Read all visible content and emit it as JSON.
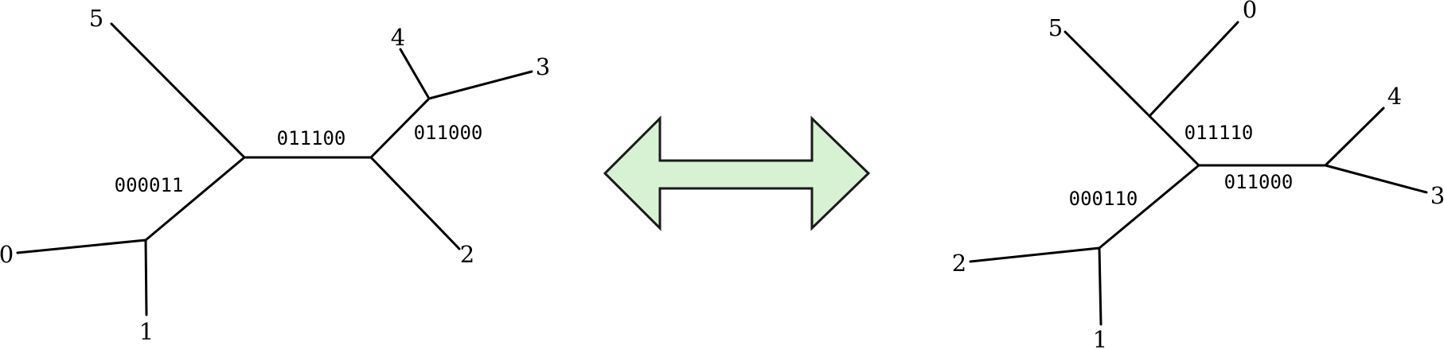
{
  "left_tree": {
    "leaves": [
      "5",
      "4",
      "3",
      "2",
      "1",
      "0"
    ],
    "splits": [
      "011100",
      "011000",
      "000011"
    ]
  },
  "right_tree": {
    "leaves": [
      "0",
      "5",
      "4",
      "3",
      "2",
      "1"
    ],
    "splits": [
      "011110",
      "011000",
      "000110"
    ]
  },
  "arrow": {
    "fill": "#d6f2d3",
    "stroke": "#1a1a1a",
    "direction": "bidirectional"
  }
}
